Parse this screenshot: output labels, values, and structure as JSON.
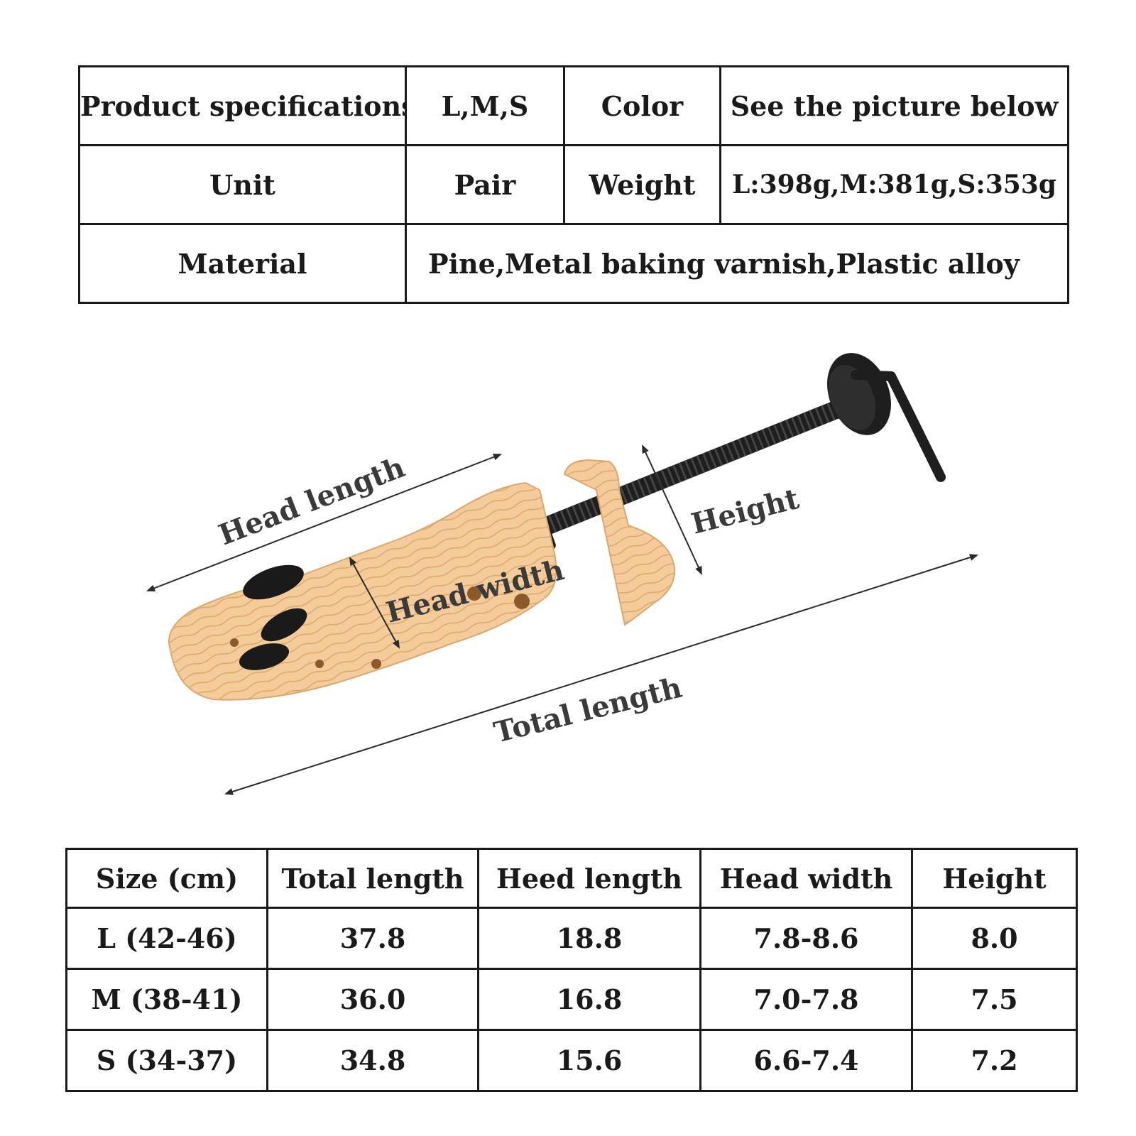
{
  "spec_table": {
    "rows": [
      [
        "Product specifications",
        "L,M,S",
        "Color",
        "See the picture below"
      ],
      [
        "Unit",
        "Pair",
        "Weight",
        "L:398g,M:381g,S:353g"
      ],
      [
        "Material",
        "Pine,Metal baking varnish,Plastic alloy"
      ]
    ]
  },
  "figure": {
    "labels": {
      "head_length": "Head length",
      "head_width": "Head width",
      "height": "Height",
      "total_length": "Total length"
    },
    "colors": {
      "wood": "#f3cc99",
      "wood_grain": "#dca86c",
      "metal": "#1e1e1e",
      "arrow": "#2b2b2b"
    }
  },
  "size_table": {
    "headers": [
      "Size (cm)",
      "Total length",
      "Heed length",
      "Head width",
      "Height"
    ],
    "rows": [
      [
        "L (42-46)",
        "37.8",
        "18.8",
        "7.8-8.6",
        "8.0"
      ],
      [
        "M (38-41)",
        "36.0",
        "16.8",
        "7.0-7.8",
        "7.5"
      ],
      [
        "S (34-37)",
        "34.8",
        "15.6",
        "6.6-7.4",
        "7.2"
      ]
    ]
  }
}
